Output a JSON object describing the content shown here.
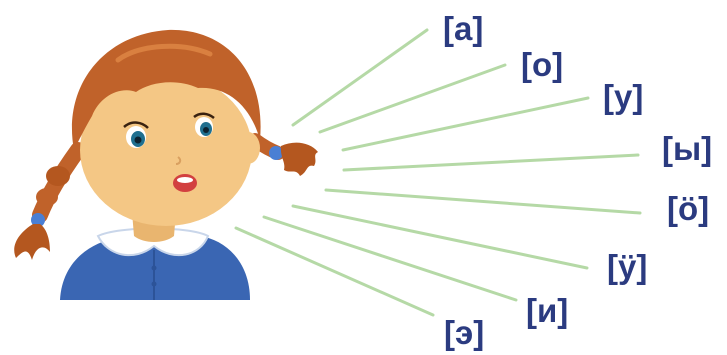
{
  "vowels": [
    "[а]",
    "[о]",
    "[у]",
    "[ы]",
    "[ӧ]",
    "[ӱ]",
    "[и]",
    "[э]"
  ],
  "colors": {
    "label": "#2b3b80",
    "rays": "#b5d9a6",
    "hair": "#c0622a",
    "skin": "#f4c785",
    "dress": "#3a66b3",
    "collar": "#ffffff"
  },
  "illustration": "girl-speaking"
}
